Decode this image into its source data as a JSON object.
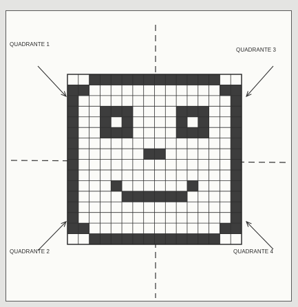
{
  "quadrant_labels": {
    "q1": "QUADRANTE 1",
    "q2": "QUADRANTE 2",
    "q3": "QUADRANTE 3",
    "q4": "QUADRANTE 4"
  },
  "grid": {
    "rows": 16,
    "cols": 16,
    "filled_cells": [
      [
        0,
        2
      ],
      [
        0,
        3
      ],
      [
        0,
        4
      ],
      [
        0,
        5
      ],
      [
        0,
        6
      ],
      [
        0,
        7
      ],
      [
        0,
        8
      ],
      [
        0,
        9
      ],
      [
        0,
        10
      ],
      [
        0,
        11
      ],
      [
        0,
        12
      ],
      [
        0,
        13
      ],
      [
        1,
        0
      ],
      [
        1,
        1
      ],
      [
        1,
        14
      ],
      [
        1,
        15
      ],
      [
        2,
        0
      ],
      [
        2,
        15
      ],
      [
        3,
        0
      ],
      [
        3,
        15
      ],
      [
        4,
        0
      ],
      [
        4,
        15
      ],
      [
        5,
        0
      ],
      [
        5,
        15
      ],
      [
        6,
        0
      ],
      [
        6,
        15
      ],
      [
        7,
        0
      ],
      [
        7,
        15
      ],
      [
        8,
        0
      ],
      [
        8,
        15
      ],
      [
        9,
        0
      ],
      [
        9,
        15
      ],
      [
        10,
        0
      ],
      [
        10,
        15
      ],
      [
        11,
        0
      ],
      [
        11,
        15
      ],
      [
        12,
        0
      ],
      [
        12,
        15
      ],
      [
        13,
        0
      ],
      [
        13,
        15
      ],
      [
        14,
        0
      ],
      [
        14,
        1
      ],
      [
        14,
        14
      ],
      [
        14,
        15
      ],
      [
        15,
        2
      ],
      [
        15,
        3
      ],
      [
        15,
        4
      ],
      [
        15,
        5
      ],
      [
        15,
        6
      ],
      [
        15,
        7
      ],
      [
        15,
        8
      ],
      [
        15,
        9
      ],
      [
        15,
        10
      ],
      [
        15,
        11
      ],
      [
        15,
        12
      ],
      [
        15,
        13
      ],
      [
        3,
        3
      ],
      [
        3,
        4
      ],
      [
        3,
        5
      ],
      [
        4,
        3
      ],
      [
        4,
        5
      ],
      [
        5,
        3
      ],
      [
        5,
        4
      ],
      [
        5,
        5
      ],
      [
        3,
        10
      ],
      [
        3,
        11
      ],
      [
        3,
        12
      ],
      [
        4,
        10
      ],
      [
        4,
        12
      ],
      [
        5,
        10
      ],
      [
        5,
        11
      ],
      [
        5,
        12
      ],
      [
        7,
        7
      ],
      [
        7,
        8
      ],
      [
        10,
        4
      ],
      [
        10,
        11
      ],
      [
        11,
        5
      ],
      [
        11,
        6
      ],
      [
        11,
        7
      ],
      [
        11,
        8
      ],
      [
        11,
        9
      ],
      [
        11,
        10
      ]
    ]
  },
  "colors": {
    "fill": "#3d3d3d",
    "grid_line": "#2e2e2e",
    "page_background": "#fbfbf8"
  }
}
